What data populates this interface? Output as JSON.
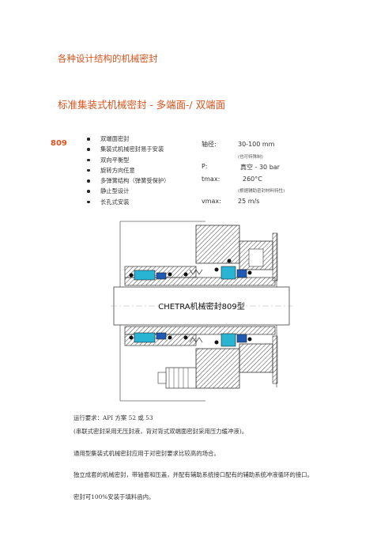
{
  "page_title": "各种设计结构的机械密封",
  "section_title": "标准集装式机械密封 - 多端面-/ 双端面",
  "model_number": "809",
  "features": [
    "双端面密封",
    "集装式机械密封易于安装",
    "双向平衡型",
    "旋转方向任意",
    "多弹簧结构（弹簧受保护）",
    "静止型设计",
    "长孔式安装"
  ],
  "specs": {
    "shaft_label": "轴径:",
    "shaft_value": "30-100 mm",
    "shaft_note": "(也可特殊制)",
    "p_label": "P:",
    "p_value": "真空 - 30 bar",
    "t_label": "tmax:",
    "t_value": "260°C",
    "t_note": "(根据辅助密封材料特性)",
    "v_label": "vmax:",
    "v_value": "25 m/s"
  },
  "drawing": {
    "caption": "CHETRA机械密封809型",
    "colors": {
      "blue_part": "#1f5ab4",
      "cyan_part": "#28b4d2",
      "hatch": "#444444"
    }
  },
  "notes": {
    "line1": "运行要求：API 方案 52 或 53",
    "line2": "(串联式密封采用无压封液，背对背式双端面密封采用压力缓冲液)。",
    "line3": "通用型集装式机械密封应用于对密封要求比较高的场合。",
    "line4": "独立成套的机械密封，带轴套和压盖，并配有辅助系统接口配有的辅助系统冲液循环的接口。",
    "line5": "密封可100%安装于填料函内。"
  }
}
